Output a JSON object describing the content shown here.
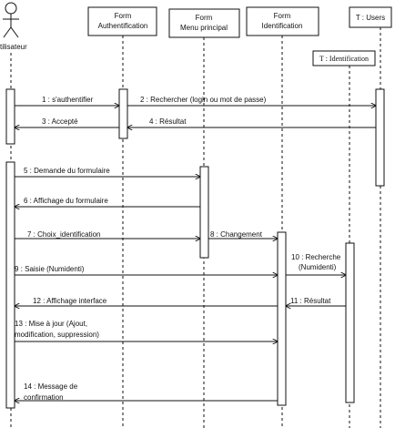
{
  "actor": {
    "label": "Utilisateur"
  },
  "participants": [
    {
      "line1": "Form",
      "line2": "Authentification"
    },
    {
      "line1": "Form",
      "line2": "Menu principal"
    },
    {
      "line1": "Form",
      "line2": "Identification"
    },
    {
      "line1": "T : Users",
      "line2": ""
    },
    {
      "line1": "T : Identification",
      "line2": ""
    }
  ],
  "messages": [
    {
      "lines": [
        "1 : s'authentifier"
      ]
    },
    {
      "lines": [
        "2 : Rechercher (login ou mot de passe)"
      ]
    },
    {
      "lines": [
        "3 : Accepté"
      ]
    },
    {
      "lines": [
        "4 : Résultat"
      ]
    },
    {
      "lines": [
        "5 : Demande du formulaire"
      ]
    },
    {
      "lines": [
        "6 : Affichage du formulaire"
      ]
    },
    {
      "lines": [
        "7 : Choix_identification"
      ]
    },
    {
      "lines": [
        "8 : Changement"
      ]
    },
    {
      "lines": [
        "9 : Saisie (Numidenti)"
      ]
    },
    {
      "lines": [
        "10 : Recherche",
        "(Numidenti)"
      ]
    },
    {
      "lines": [
        "11 : Résultat"
      ]
    },
    {
      "lines": [
        "12 : Affichage interface"
      ]
    },
    {
      "lines": [
        "13 : Mise à jour (Ajout,",
        "modification, suppression)"
      ]
    },
    {
      "lines": [
        "14 : Message de",
        "confirmation"
      ]
    }
  ]
}
